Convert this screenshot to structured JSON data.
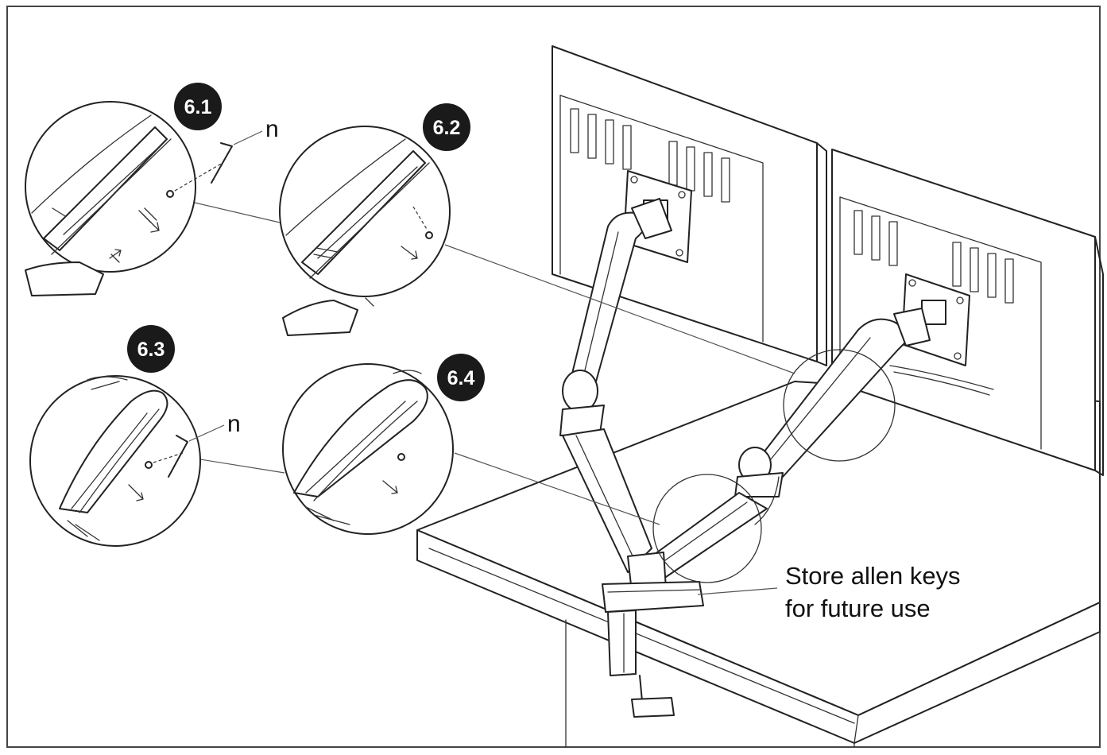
{
  "steps": [
    {
      "badge": "6.1",
      "part_label": "n"
    },
    {
      "badge": "6.2",
      "part_label": ""
    },
    {
      "badge": "6.3",
      "part_label": "n"
    },
    {
      "badge": "6.4",
      "part_label": ""
    }
  ],
  "note": {
    "line1": "Store allen keys",
    "line2": "for future use"
  },
  "icons": {
    "allen_key": "allen-key-icon",
    "screw": "screw-icon",
    "arrow": "direction-arrow-icon",
    "hand": "hand-icon"
  },
  "colors": {
    "line": "#222222",
    "badge": "#1a1a1a",
    "background": "#ffffff"
  }
}
